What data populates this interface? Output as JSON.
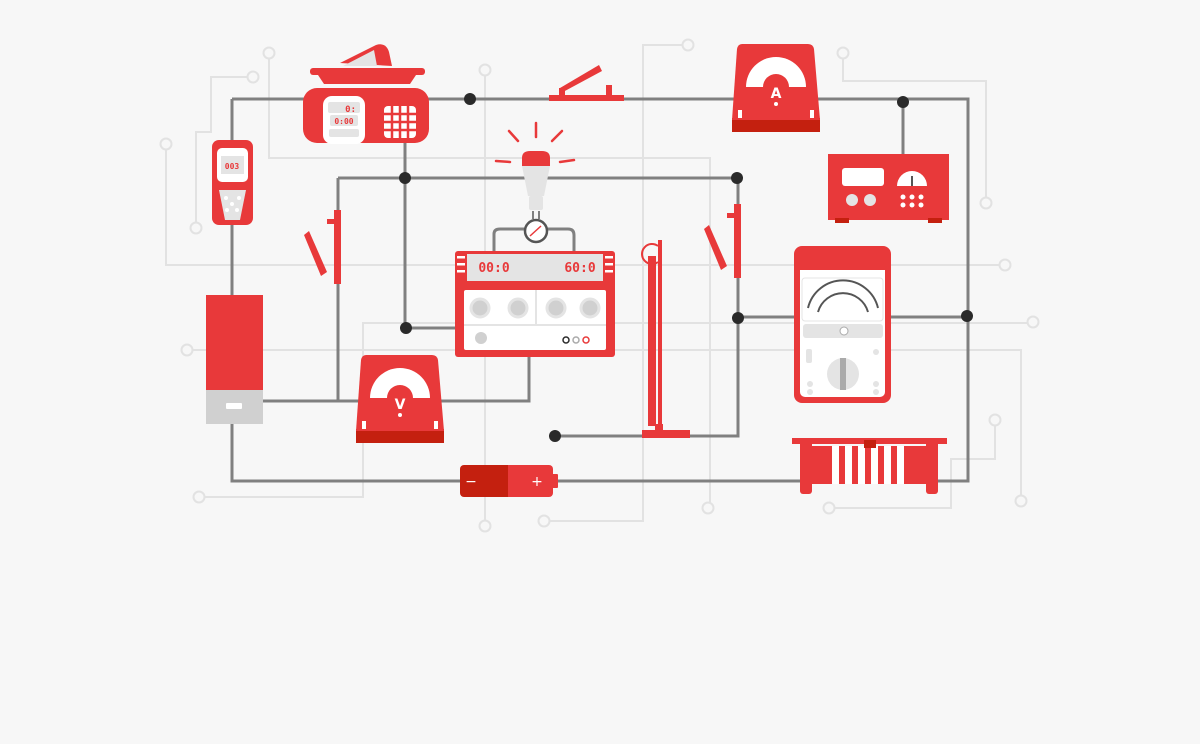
{
  "colors": {
    "background": "#f7f7f7",
    "wire": "#808080",
    "trace": "#e2e2e2",
    "device": "#e8393a",
    "device_dark": "#c4200f",
    "panel": "#e4e4e4",
    "node": "#2a2a2a"
  },
  "labels": {
    "ammeter_letter": "A",
    "voltmeter_letter": "V",
    "handheld_display": "003",
    "scale_display_top": "0:",
    "scale_display_mid": "0:00",
    "power_supply_left": "00:0",
    "power_supply_right": "60:0",
    "battery_minus": "−",
    "battery_plus": "+"
  }
}
